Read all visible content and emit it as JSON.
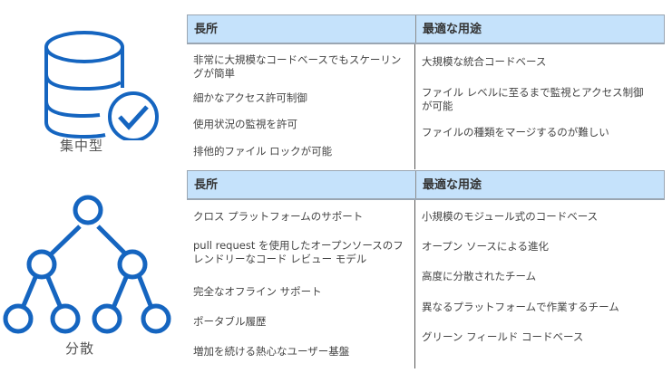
{
  "centralized": {
    "label": "集中型",
    "icon": "database-check-icon",
    "table": {
      "headers": [
        "長所",
        "最適な用途"
      ],
      "pros": [
        "非常に大規模なコードベースでもスケーリングが簡単",
        "細かなアクセス許可制御",
        "使用状況の監視を許可",
        "排他的ファイル ロックが可能"
      ],
      "best_for": [
        "大規模な統合コードベース",
        "ファイル レベルに至るまで監視とアクセス制御が可能",
        "ファイルの種類をマージするのが難しい"
      ]
    }
  },
  "distributed": {
    "label": "分散",
    "icon": "tree-network-icon",
    "table": {
      "headers": [
        "長所",
        "最適な用途"
      ],
      "pros": [
        "クロス プラットフォームのサポート",
        "pull request を使用したオープンソースのフレンドリーなコード レビュー モデル",
        "完全なオフライン サポート",
        "ポータブル履歴",
        "増加を続ける熱心なユーザー基盤"
      ],
      "best_for": [
        "小規模のモジュール式のコードベース",
        "オープン ソースによる進化",
        "高度に分散されたチーム",
        "異なるプラットフォームで作業するチーム",
        "グリーン フィールド コードベース"
      ]
    }
  },
  "colors": {
    "icon_blue": "#1565c0",
    "header_bg": "#c5e2fb",
    "border": "#9aa6b2"
  }
}
